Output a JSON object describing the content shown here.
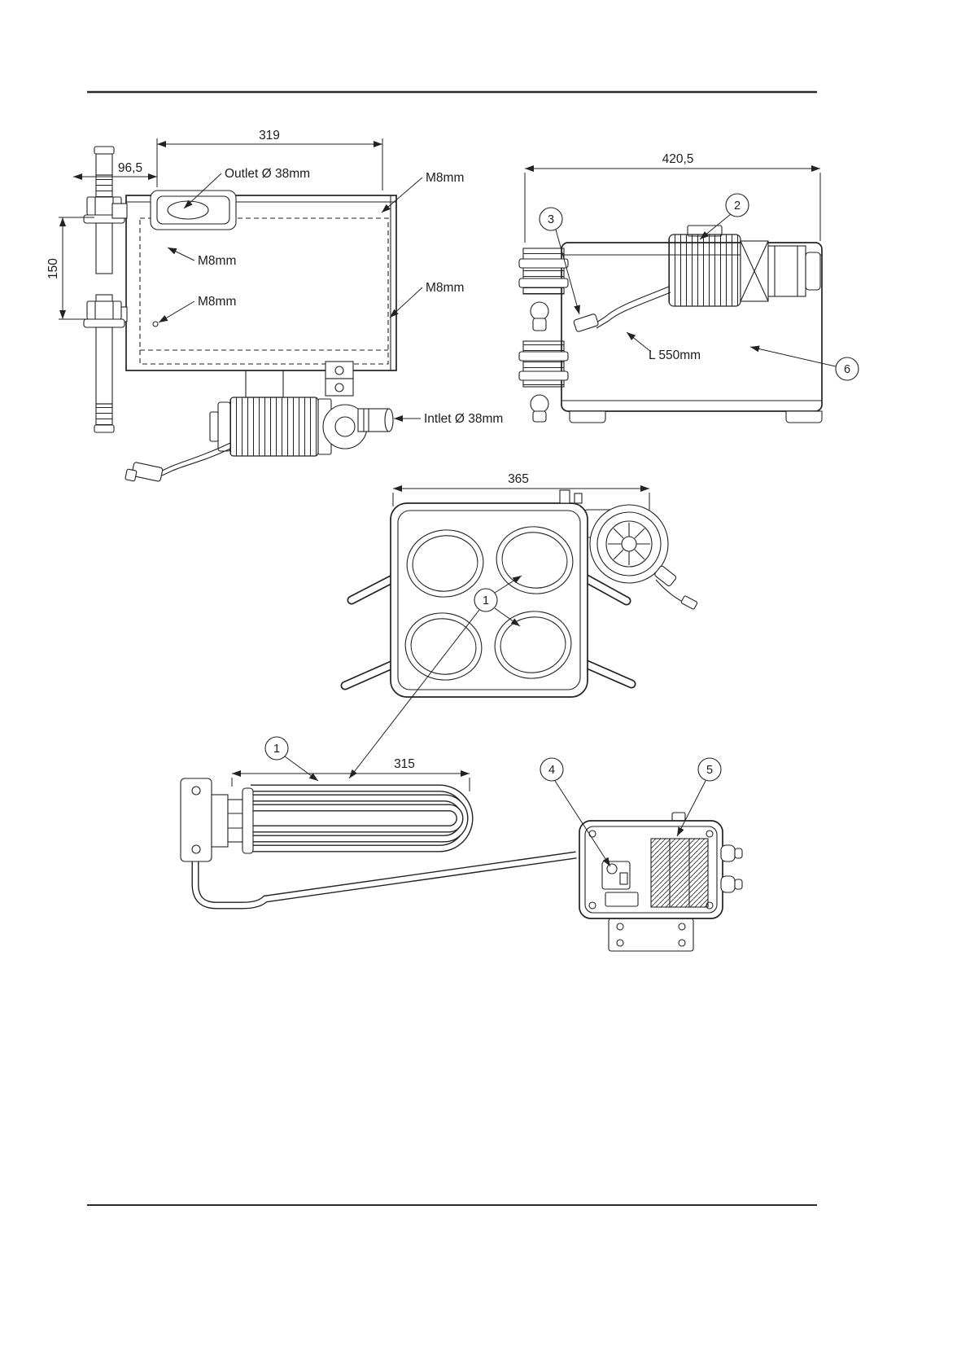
{
  "page": {
    "background": "#ffffff",
    "ink": "#1c1c1c"
  },
  "side_view": {
    "dim_width": "319",
    "dim_offset": "96,5",
    "dim_height": "150",
    "outlet_label": "Outlet Ø 38mm",
    "m8_top_right": "M8mm",
    "m8_left_upper": "M8mm",
    "m8_left_lower": "M8mm",
    "m8_right_lower": "M8mm",
    "inlet_label": "Intlet Ø 38mm"
  },
  "end_view": {
    "dim_width": "420,5",
    "cable_label": "L 550mm",
    "balloon_2": "2",
    "balloon_3": "3",
    "balloon_6": "6"
  },
  "top_view": {
    "dim_width": "365",
    "balloon_1": "1"
  },
  "element_view": {
    "dim_length": "315",
    "balloon_1": "1",
    "balloon_4": "4",
    "balloon_5": "5"
  }
}
